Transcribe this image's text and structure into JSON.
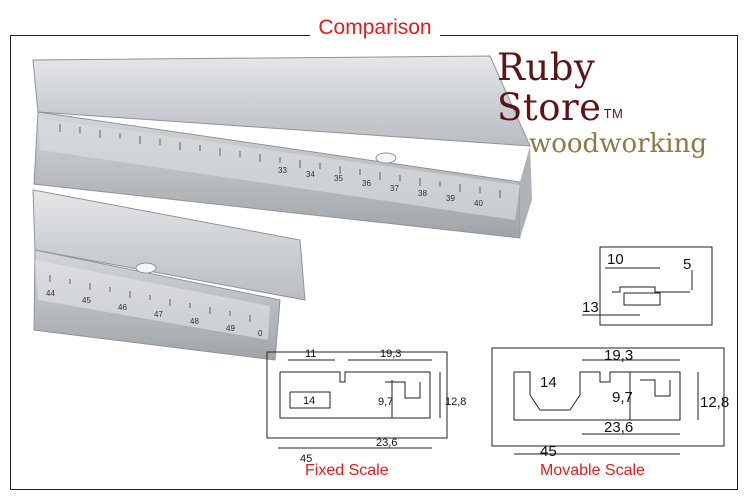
{
  "heading": "Comparison",
  "brand": {
    "name": "Ruby Store",
    "trademark": "TM",
    "tagline": "woodworking"
  },
  "captions": {
    "left": "Fixed Scale",
    "right": "Movable Scale"
  },
  "ruler_top": {
    "numbers": [
      "33",
      "34",
      "35",
      "36",
      "37",
      "38",
      "39",
      "40"
    ]
  },
  "ruler_front": {
    "numbers": [
      "44",
      "45",
      "46",
      "47",
      "48",
      "49",
      "0"
    ]
  },
  "fixed_dims": {
    "a": "11",
    "b": "19,3",
    "c": "14",
    "d": "9,7",
    "e": "12,8",
    "f": "45",
    "g": "23,6"
  },
  "movable_dims": {
    "a": "19,3",
    "b": "14",
    "c": "9,7",
    "d": "12,8",
    "e": "45",
    "f": "23,6"
  },
  "detail_dims": {
    "a": "10",
    "b": "5",
    "c": "13"
  },
  "colors": {
    "accent": "#e31b1b",
    "brand": "#5e1414",
    "tagline": "#8a7a45",
    "aluminium": "#c9cdd0"
  }
}
